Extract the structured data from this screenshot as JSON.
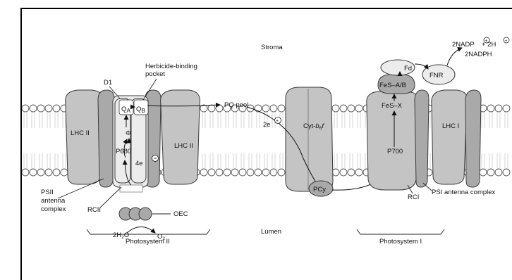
{
  "labels": {
    "stroma": "Stroma",
    "lumen": "Lumen",
    "lhc2_left": "LHC II",
    "lhc2_right": "LHC II",
    "lhc1": "LHC I",
    "d1": "D1",
    "herbicide": [
      "Herbicide-binding",
      "pocket"
    ],
    "qa": "Q",
    "qa_sub": "A",
    "qb": "Q",
    "qb_sub": "B",
    "phi": "Φ",
    "p680": "P680",
    "four_e": "4e",
    "pq_pool": "PQ pool",
    "two_e": "2e",
    "cyt": "Cyt-",
    "cyt_b": "b",
    "cyt_sub": "6",
    "cyt_f": "f",
    "pcy": "PCy",
    "fd": "Fd",
    "fnr": "FNR",
    "fes_ab": "FeS–A/B",
    "fes_x": "FeS–X",
    "p700": "P700",
    "nadp": "2NADP",
    "plus_2h": "+ 2H",
    "nadph": "2NADPH",
    "psii_antenna": [
      "PSII",
      "antenna",
      "complex"
    ],
    "rcii": "RCII",
    "oec": "OEC",
    "h2o": "2H",
    "h2o_sub": "2",
    "h2o_o": "O",
    "o2": "O",
    "o2_sub": "2",
    "rci": "RCI",
    "psi_antenna": "PSI antenna complex",
    "photosystem2": "Photosystem II",
    "photosystem1": "Photosystem I"
  }
}
